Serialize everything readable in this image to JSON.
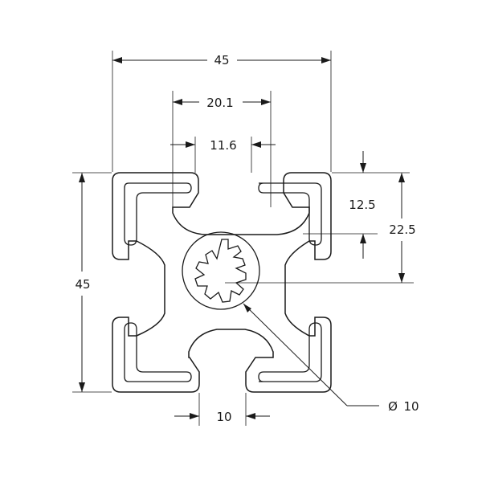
{
  "drawing": {
    "type": "aluminum-extrusion-profile-cross-section",
    "colors": {
      "line": "#1a1a1a",
      "background": "#ffffff"
    }
  },
  "dimensions": {
    "overall_width": "45",
    "overall_height": "45",
    "slot_outer_width": "20.1",
    "slot_opening_width": "11.6",
    "slot_depth_upper": "12.5",
    "half_height": "22.5",
    "bottom_slot_width": "10",
    "center_bore": "10",
    "diameter_symbol": "Ø"
  }
}
